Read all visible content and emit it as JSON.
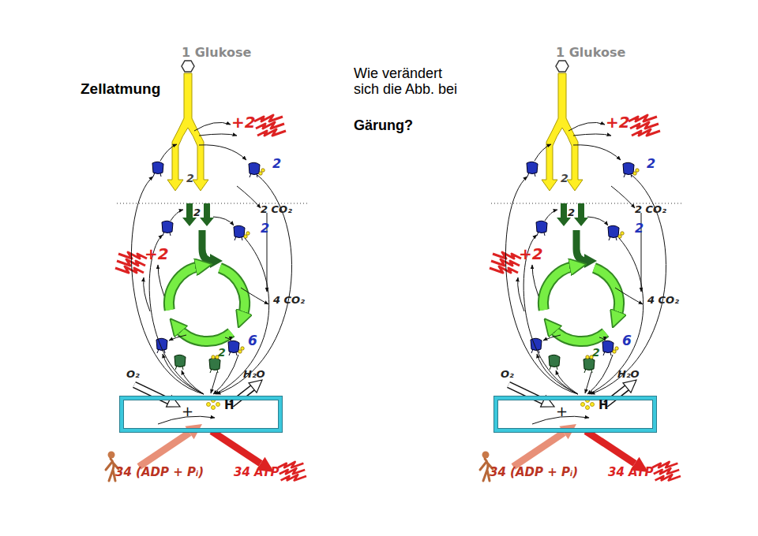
{
  "diagram": {
    "title": "Zellatmung",
    "nodes": [
      {
        "text": [
          "+",
          "H"
        ]
      },
      {
        "text": [
          "+",
          "H"
        ]
      }
    ],
    "labels": [
      "Wie verändert sich die Abb. bei",
      "Gärung?",
      "1 Glukose",
      "+2",
      "2",
      "2",
      "2 CO₂",
      "2",
      "2",
      "+2",
      "4 CO₂",
      "6",
      "2",
      "O₂",
      "H₂O",
      "34 (ADP + Pᵢ)",
      "34 ATP",
      "1 Glukose",
      "+2",
      "2",
      "2",
      "2 CO₂",
      "2",
      "2",
      "+2",
      "4 CO₂",
      "6",
      "2",
      "O₂",
      "H₂O",
      "34 (ADP + Pᵢ)",
      "34 ATP"
    ]
  }
}
